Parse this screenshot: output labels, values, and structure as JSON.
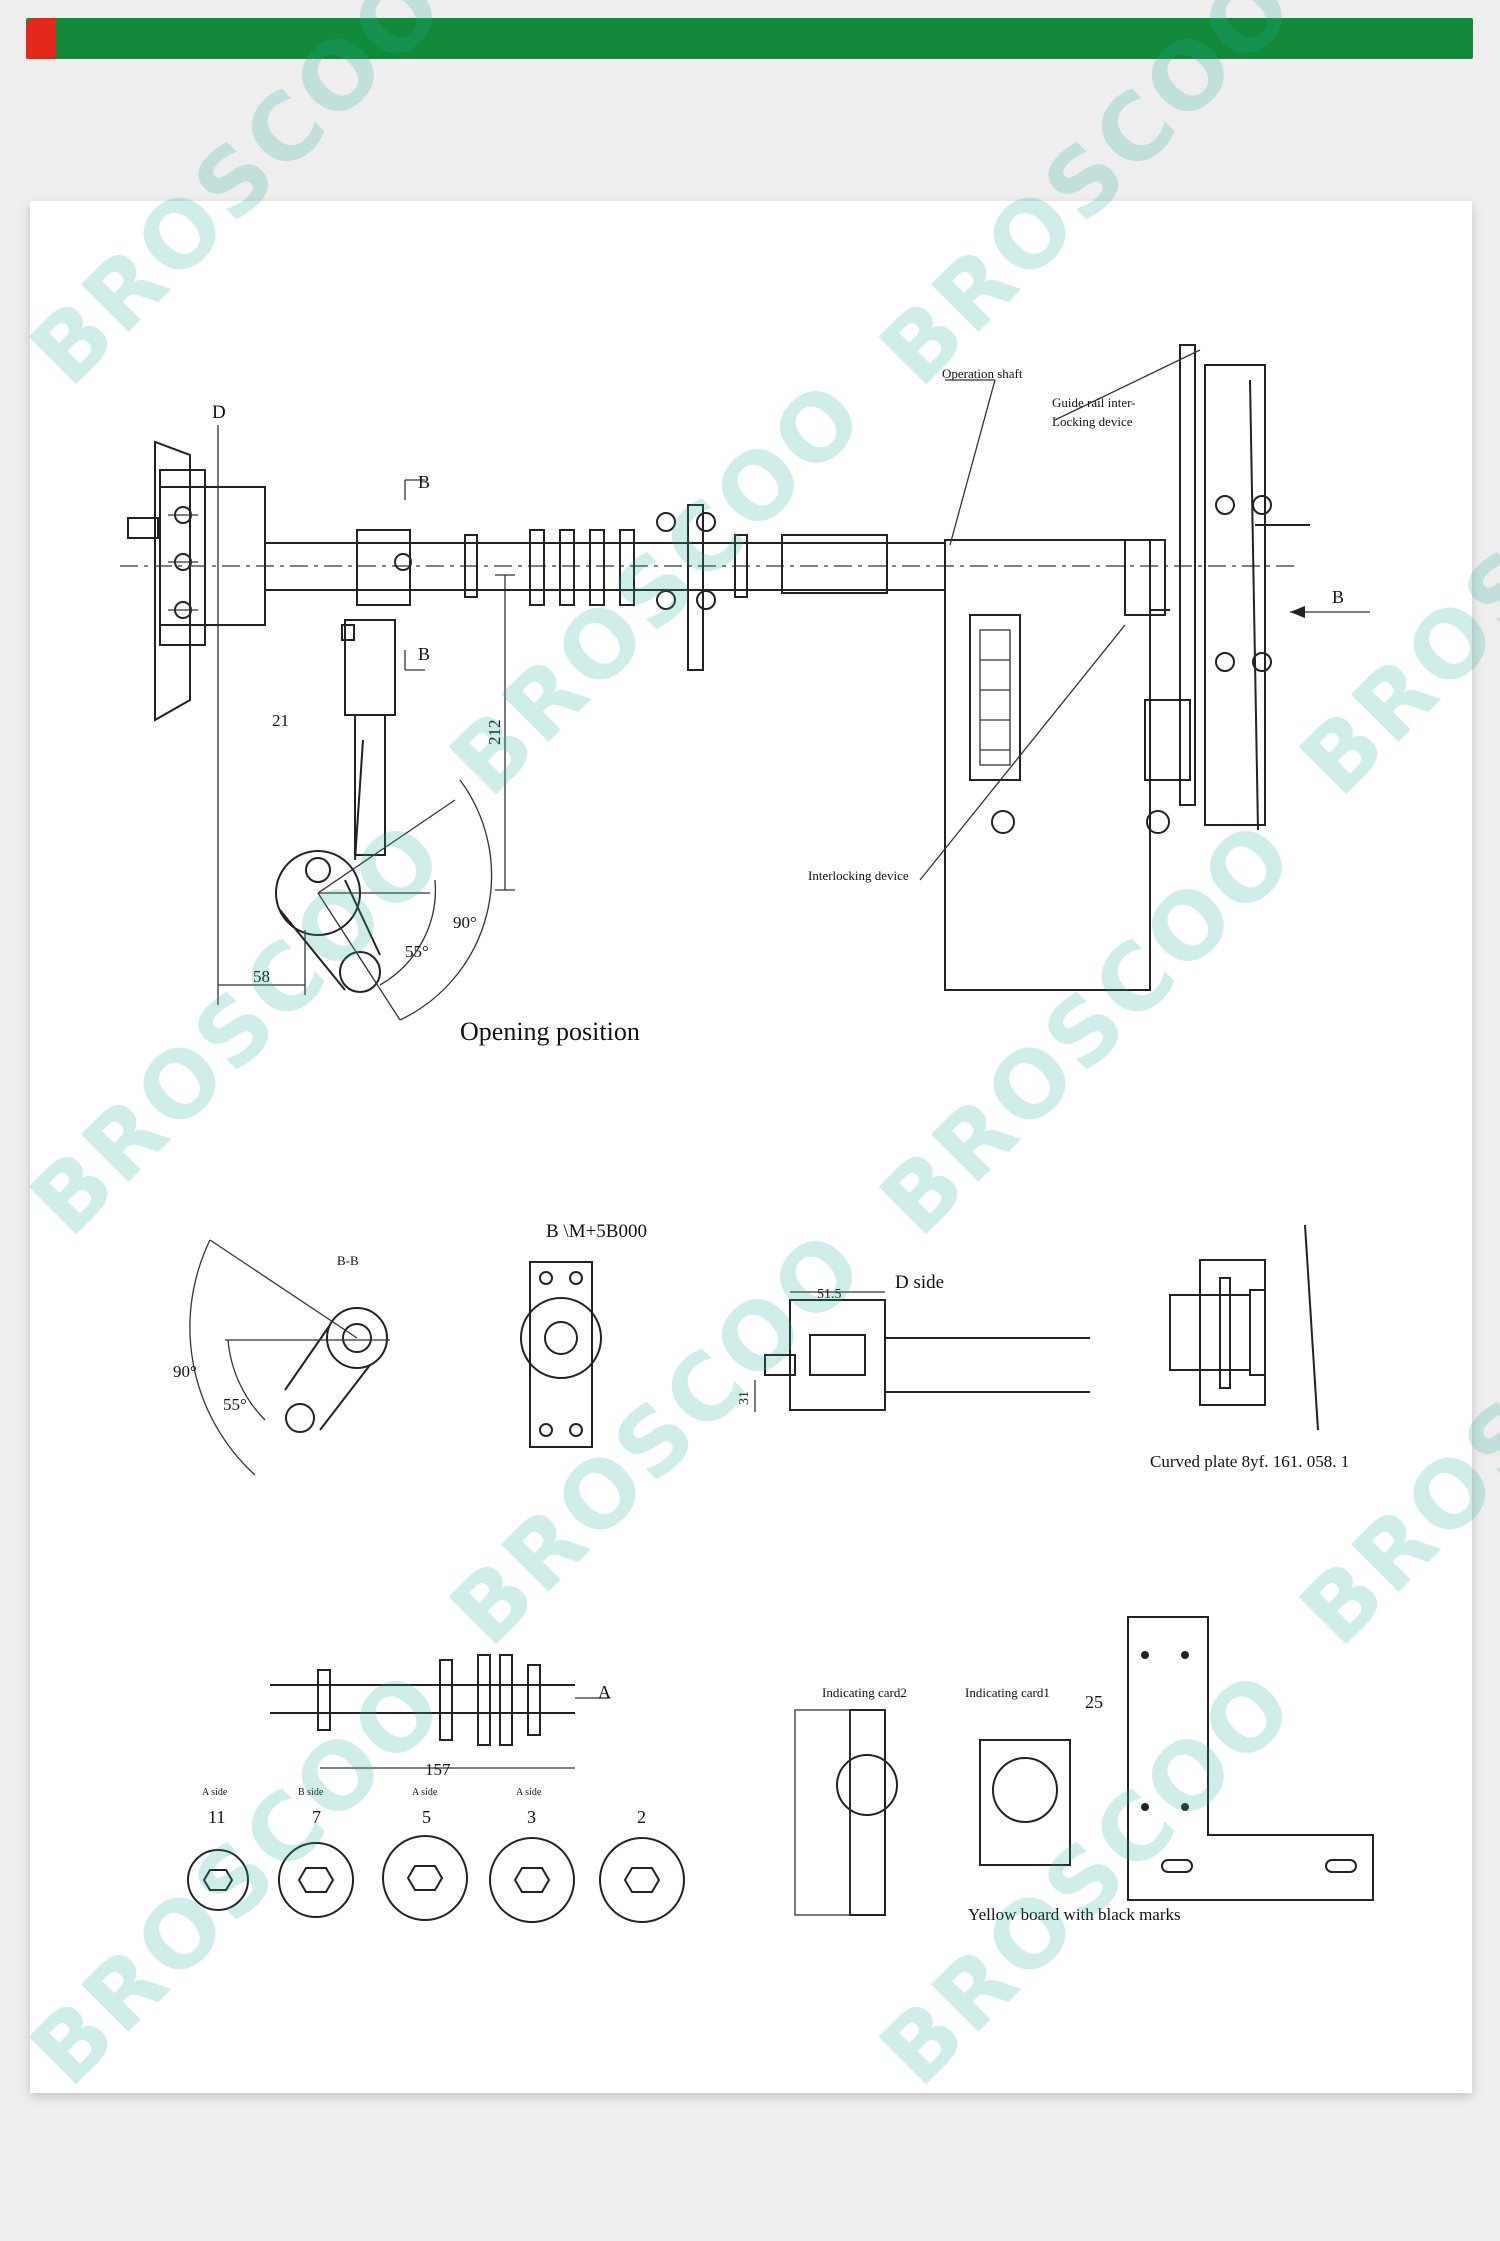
{
  "watermark": "BROSCOO",
  "colors": {
    "bar": "#128a3a",
    "bar_accent": "#e2281b",
    "background": "#eeeeee",
    "sheet": "#ffffff",
    "watermark": "#26b29a"
  },
  "labels": {
    "d": "D",
    "b_upper": "B",
    "b_lower": "B",
    "b_right": "B",
    "n21": "21",
    "n212": "212",
    "n58": "58",
    "deg90": "90°",
    "deg55": "55°",
    "operation_shaft": "Operation shaft",
    "guide_rail_1": "Guide rail inter-",
    "guide_rail_2": "Locking device",
    "interlocking_device": "Interlocking device",
    "opening_position": "Opening position",
    "bb": "B-B",
    "b_view": "B \\M+5B000",
    "d_side": "D side",
    "n515": "51.5",
    "n31": "31",
    "deg90_b": "90°",
    "deg55_b": "55°",
    "curved_plate": "Curved plate 8yf. 161. 058. 1",
    "a_arrow": "A",
    "n157": "157",
    "cam_11_side": "A side",
    "cam_11": "11",
    "cam_7_side": "B side",
    "cam_7": "7",
    "cam_5_side": "A side",
    "cam_5": "5",
    "cam_3_side": "A side",
    "cam_3": "3",
    "cam_2": "2",
    "indicating_card2": "Indicating card2",
    "indicating_card1": "Indicating card1",
    "n25": "25",
    "yellow_board": "Yellow board with black marks"
  }
}
